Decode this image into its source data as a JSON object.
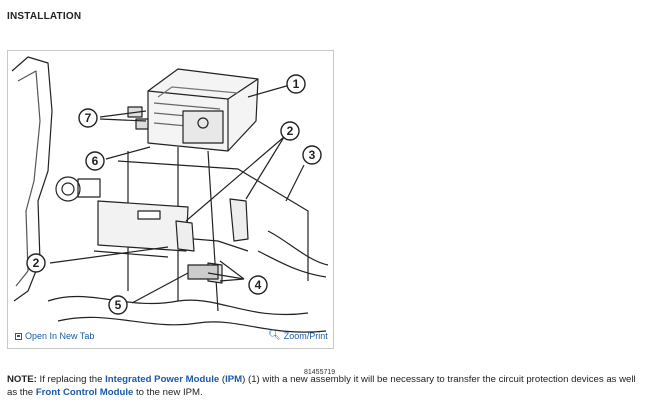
{
  "page": {
    "heading": "INSTALLATION"
  },
  "figure": {
    "image_id": "81455719",
    "callouts": [
      "1",
      "2",
      "3",
      "4",
      "5",
      "6",
      "7"
    ],
    "open_tab_label": "Open In New Tab",
    "zoom_label": "Zoom/Print"
  },
  "note": {
    "prefix": "NOTE:",
    "text_1": " If replacing the ",
    "link_1": "Integrated Power Module",
    "text_2": " (",
    "link_2": "IPM",
    "text_3": ") (1) with a new assembly it will be necessary to transfer the circuit protection devices as well as the ",
    "link_3": "Front Control Module",
    "text_4": " to the new IPM."
  },
  "colors": {
    "link": "#1a5aa8",
    "border": "#c9c9c9"
  }
}
